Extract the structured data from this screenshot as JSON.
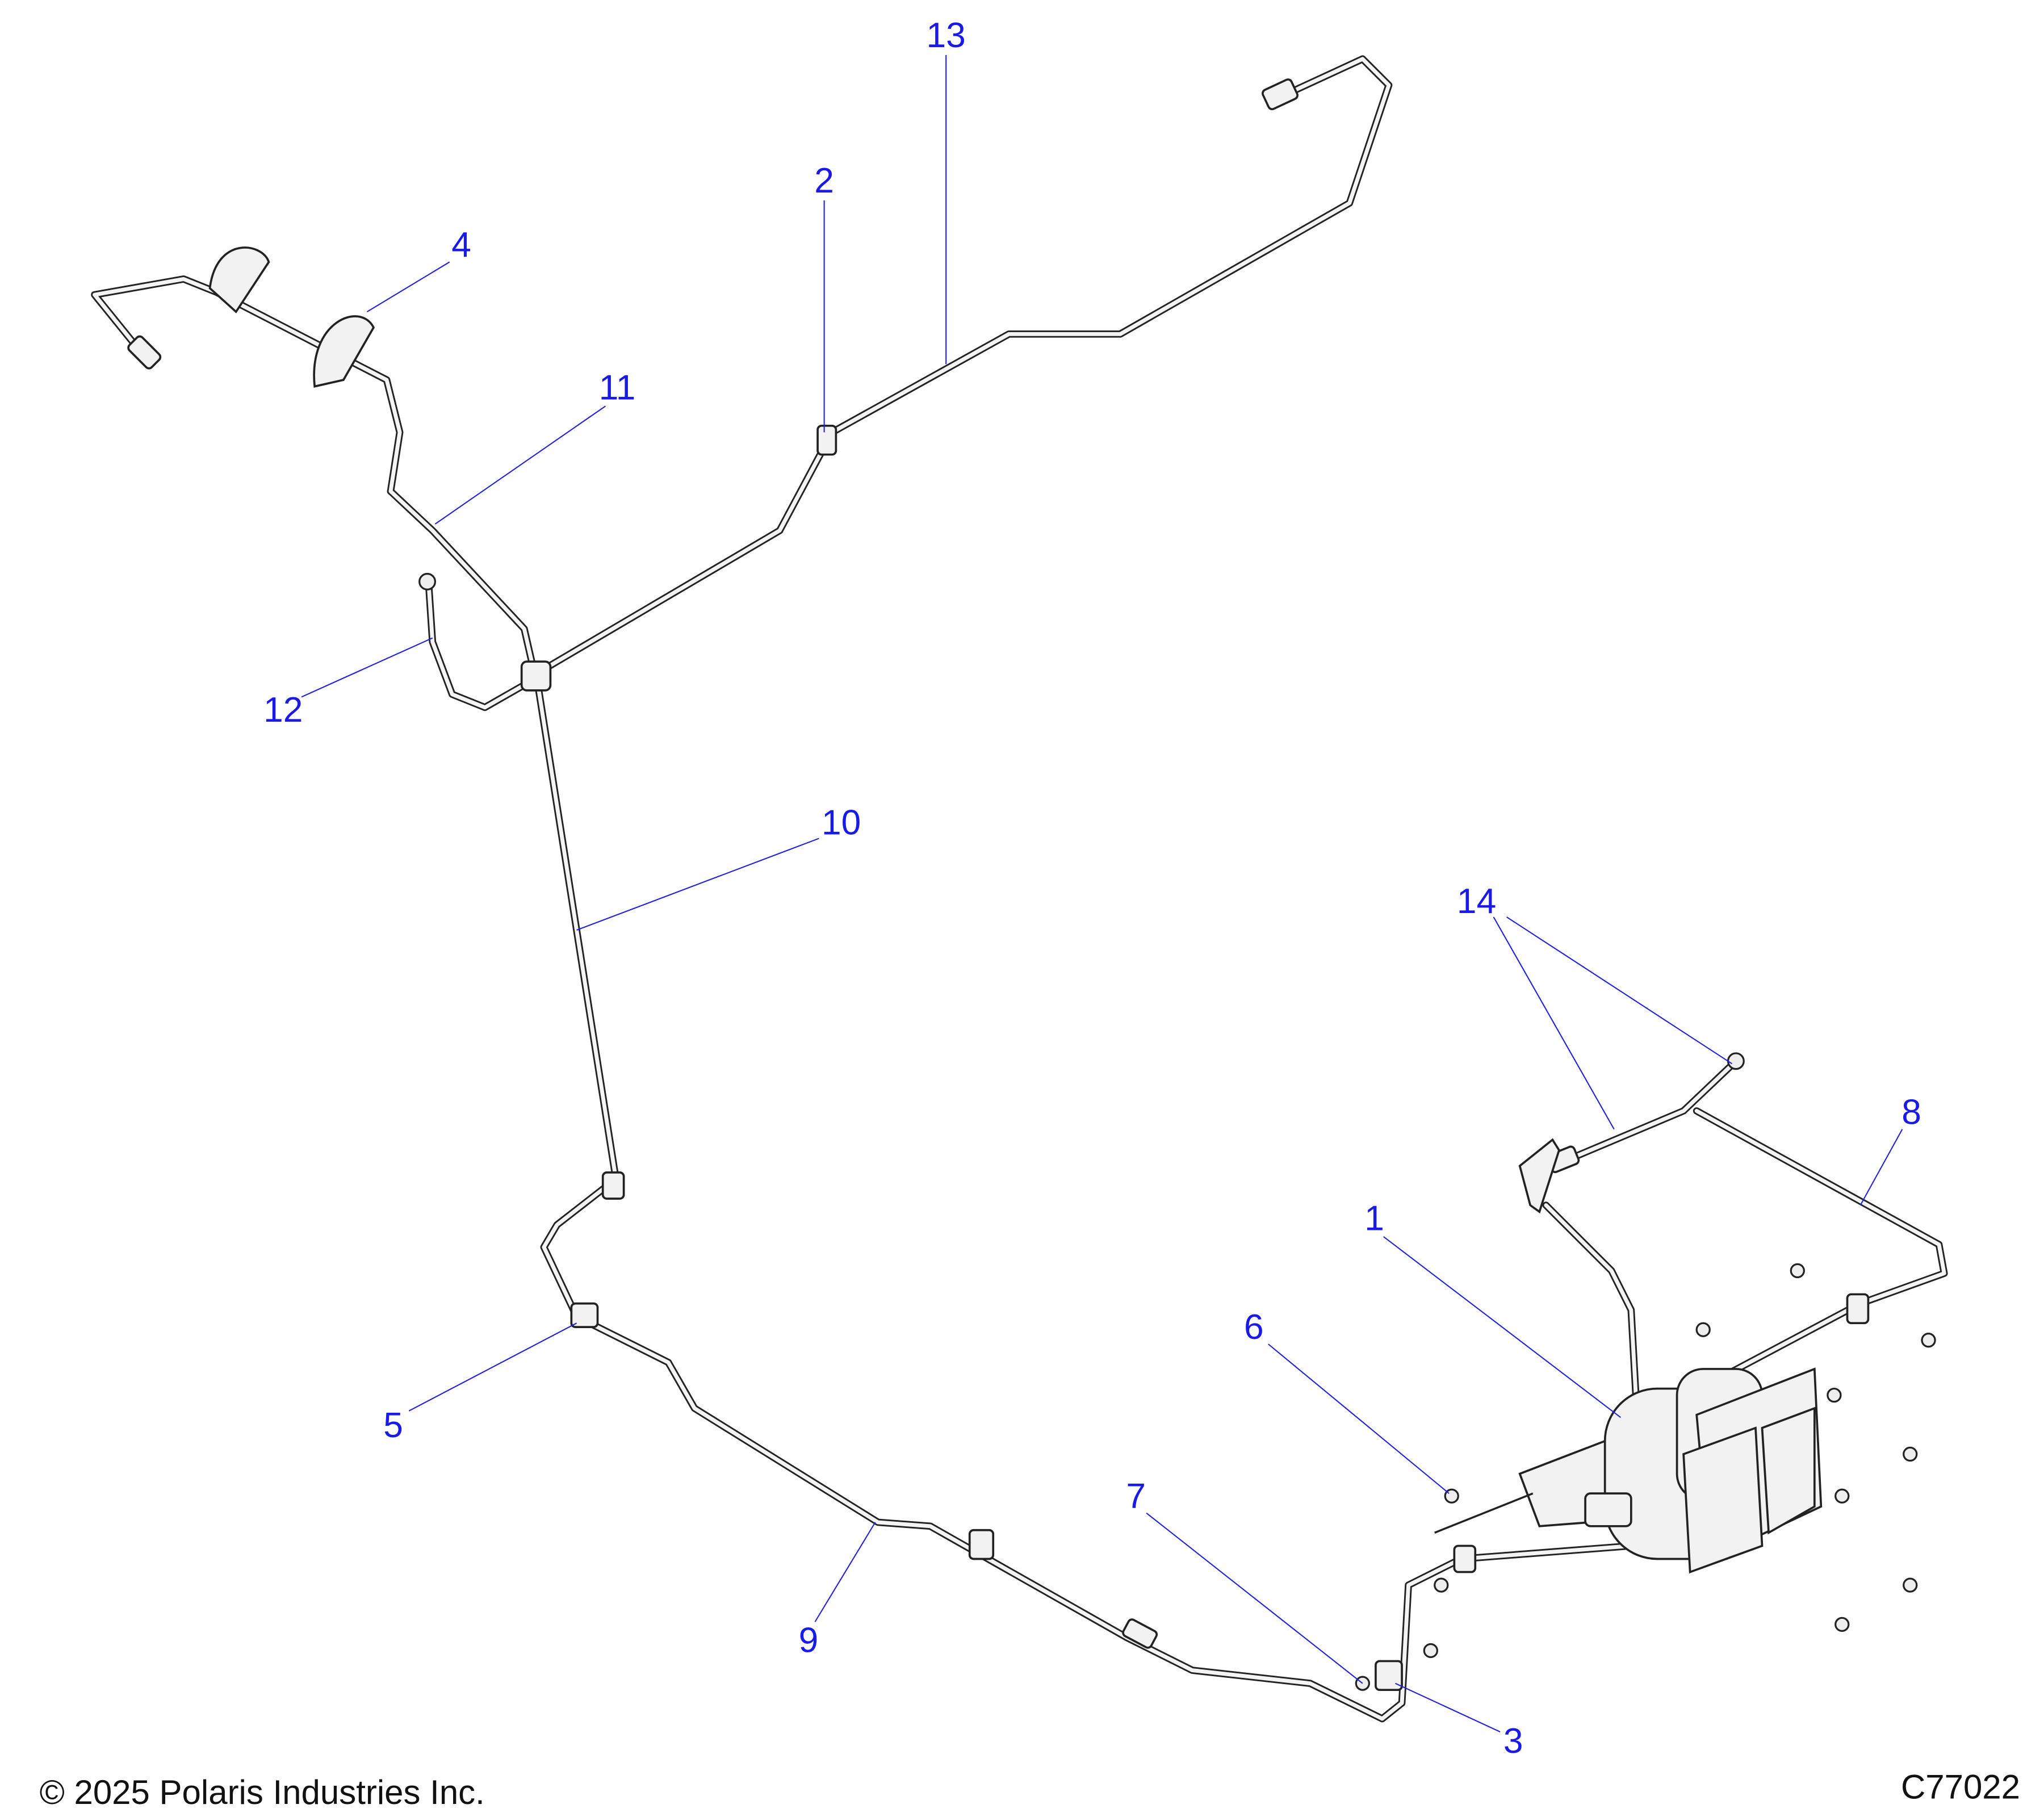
{
  "callouts": [
    "1",
    "2",
    "3",
    "4",
    "5",
    "6",
    "7",
    "8",
    "9",
    "10",
    "11",
    "12",
    "13",
    "14"
  ],
  "footer": {
    "copyright": "© 2025 Polaris Industries Inc.",
    "figure_id": "C77022"
  },
  "colors": {
    "callout": "#1a1ae6",
    "line": "#222222"
  }
}
